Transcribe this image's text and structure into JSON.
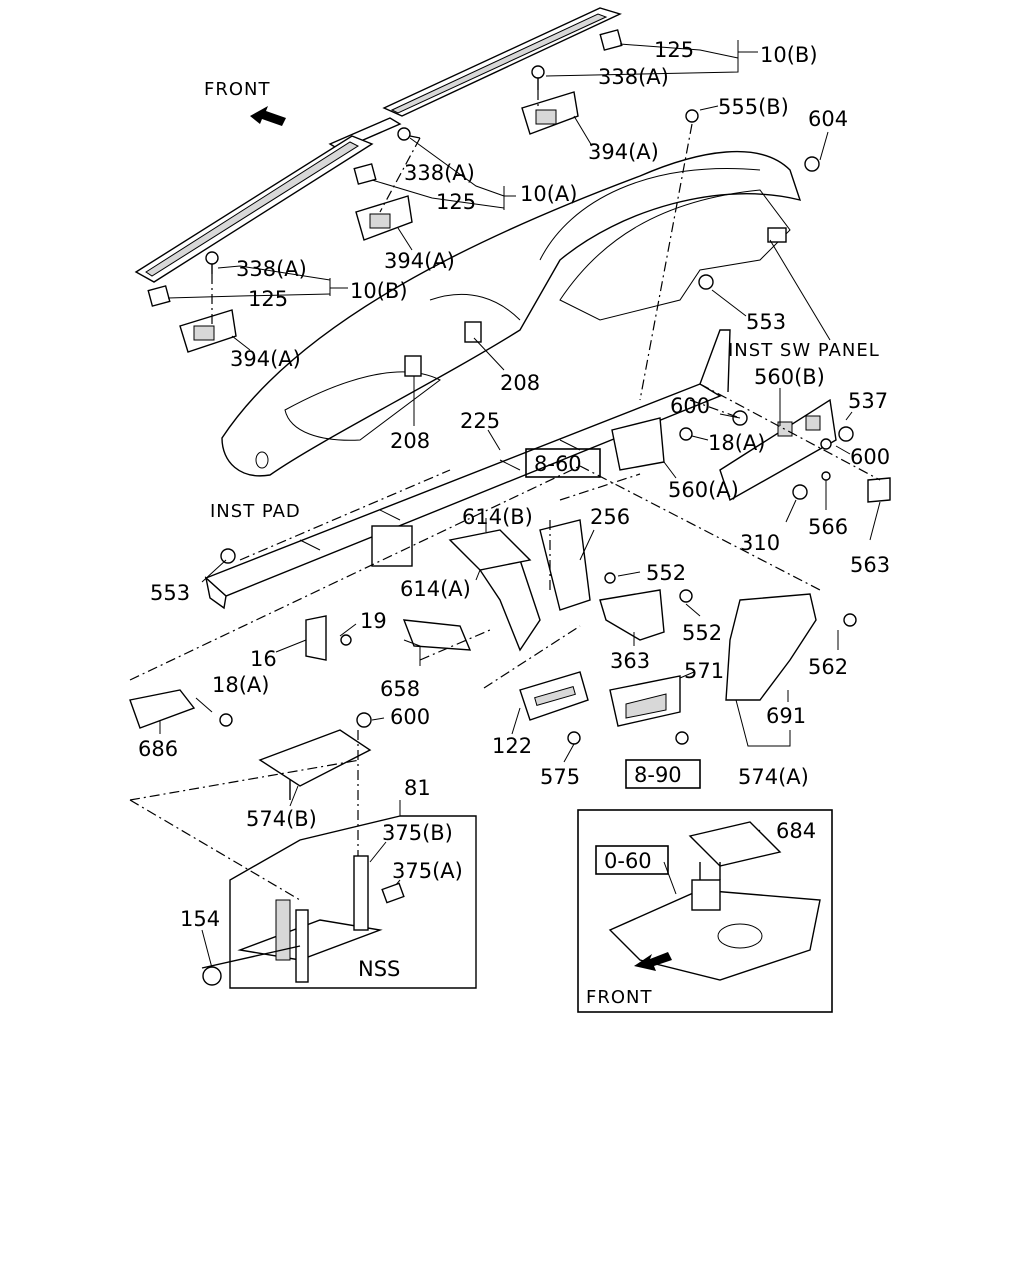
{
  "diagram": {
    "front_label_top": "FRONT",
    "front_label_inset": "FRONT",
    "inst_pad": "INST PAD",
    "inst_sw_panel": "INST SW PANEL",
    "nss": "NSS",
    "ref_boxes": {
      "r860": "8-60",
      "r890": "8-90",
      "r060": "0-60"
    },
    "callouts": {
      "c125a": "125",
      "c10b_top": "10(B)",
      "c338a_top": "338(A)",
      "c394a_top": "394(A)",
      "c555b": "555(B)",
      "c604": "604",
      "c338a_mid": "338(A)",
      "c125b": "125",
      "c10a": "10(A)",
      "c394a_mid": "394(A)",
      "c338a_left": "338(A)",
      "c125c": "125",
      "c10b_left": "10(B)",
      "c394a_left": "394(A)",
      "c553_top": "553",
      "c208_right": "208",
      "c208_left": "208",
      "c560b": "560(B)",
      "c600_top": "600",
      "c537": "537",
      "c18a_right": "18(A)",
      "c600_right": "600",
      "c225": "225",
      "c560a": "560(A)",
      "c310": "310",
      "c566": "566",
      "c563": "563",
      "c614b": "614(B)",
      "c256": "256",
      "c553_left": "553",
      "c614a": "614(A)",
      "c552_a": "552",
      "c552_b": "552",
      "c562": "562",
      "c19": "19",
      "c16": "16",
      "c363": "363",
      "c571": "571",
      "c18a_left": "18(A)",
      "c658": "658",
      "c691": "691",
      "c686": "686",
      "c600_mid": "600",
      "c122": "122",
      "c575": "575",
      "c574a": "574(A)",
      "c81": "81",
      "c574b": "574(B)",
      "c375b": "375(B)",
      "c375a": "375(A)",
      "c154": "154",
      "c684": "684"
    }
  }
}
